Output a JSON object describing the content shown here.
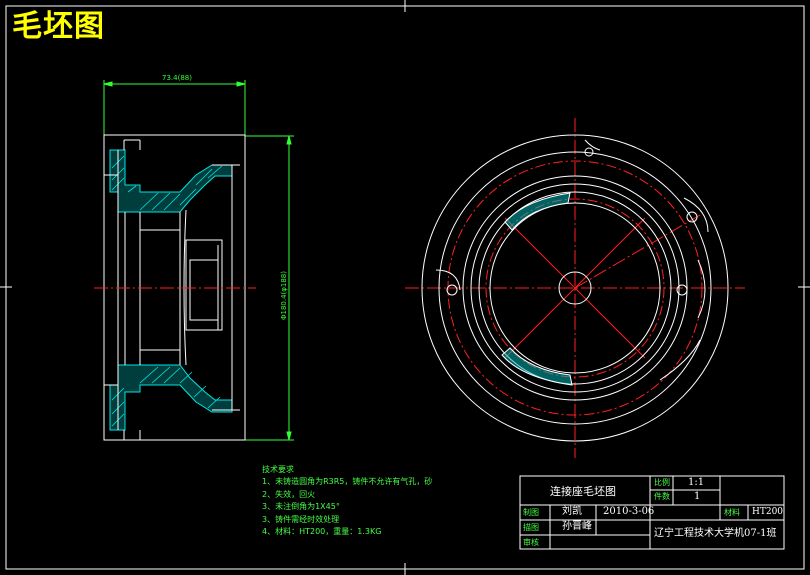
{
  "drawing_title": "毛坯图",
  "dimensions": {
    "overall_width": "73.4(88)",
    "diameter": "Φ180.4(φ188)"
  },
  "technical_notes": {
    "heading": "技术要求",
    "lines": [
      "1、未铸造圆角为R3R5，铸件不允许有气孔，砂",
      "2、失效，回火",
      "3、未注倒角为1X45°",
      "3、铸件需经时效处理",
      "4、材料：HT200，重量：1.3KG"
    ]
  },
  "title_block": {
    "part_name": "连接座毛坯图",
    "scale_label": "比例",
    "scale_value": "1:1",
    "quantity_label": "件数",
    "quantity_value": "1",
    "drawn_label": "制图",
    "drawn_name": "刘凯",
    "drawn_date": "2010-3-06",
    "material_label": "材料",
    "material_value": "HT200",
    "designed_label": "描图",
    "designed_name": "孙晋峰",
    "school": "辽宁工程技术大学机07-1班",
    "checked_label": "审核"
  },
  "colors": {
    "outline": "#ffffff",
    "centerline": "#ff2020",
    "dimension": "#33ff33",
    "hatch": "#00e5e5",
    "title": "#ffff00"
  }
}
